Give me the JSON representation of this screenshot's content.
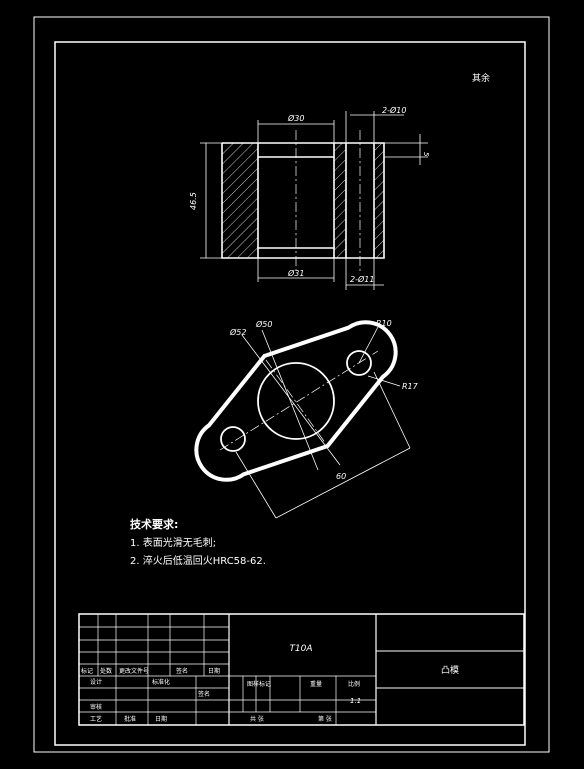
{
  "corner_label": "其余",
  "section_view": {
    "dim_top_bore": "Ø30",
    "dim_holes": "2-Ø10",
    "dim_step": "5",
    "dim_height": "46.5",
    "dim_bottom_bore": "Ø31",
    "dim_holes_bottom": "2-Ø11"
  },
  "plan_view": {
    "dim_outer": "Ø52",
    "dim_bore": "Ø50",
    "dim_radius_hole": "R10",
    "dim_radius_lug": "R17",
    "dim_center_distance": "60"
  },
  "tech_requirements": {
    "heading": "技术要求:",
    "line1": "1. 表面光滑无毛刺;",
    "line2": "2. 淬火后低温回火HRC58-62."
  },
  "title_block": {
    "material": "T10A",
    "part_name": "凸模",
    "rev_labels": [
      "标记",
      "处数",
      "更改文件号",
      "签名",
      "日期"
    ],
    "row_labels": [
      "设计",
      "审核",
      "工艺"
    ],
    "std_label": "标准化",
    "date_label": "日期",
    "sign_label": "签名",
    "approve_label": "批准",
    "stage_label": "图样标记",
    "weight_label": "重量",
    "scale_label": "比例",
    "scale_value": "1:1",
    "sheet_label": "共 张",
    "sheet_no_label": "第 张"
  }
}
